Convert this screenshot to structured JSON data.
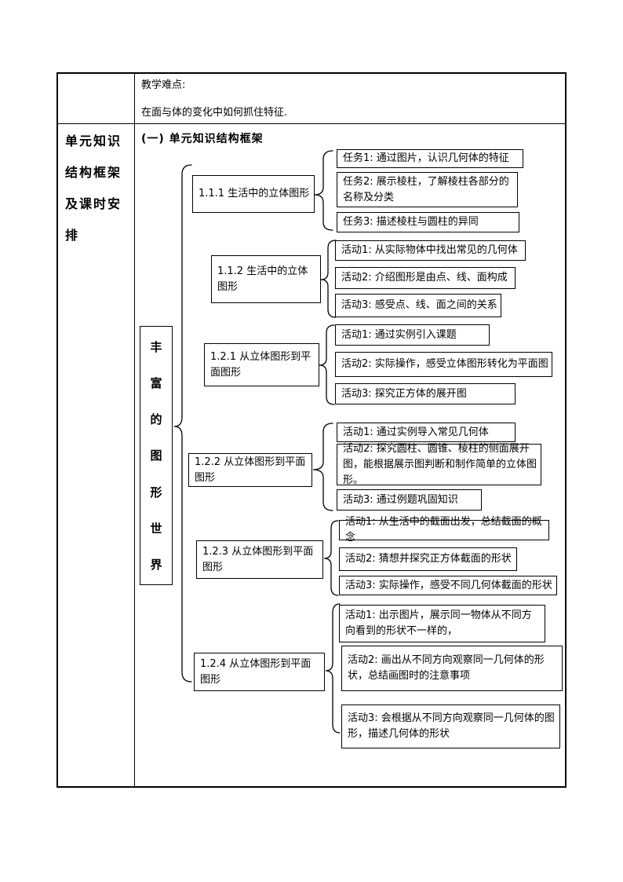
{
  "row1": {
    "lines": [
      "教学难点:",
      "在面与体的变化中如何抓住特征."
    ]
  },
  "left_column": {
    "title": "单元知识结构框架及课时安排",
    "lines": [
      "单元知识",
      "结构框架",
      "及课时安",
      "排"
    ]
  },
  "diagram": {
    "heading": "(一) 单元知识结构框架",
    "root": {
      "title": "丰富的图形世界",
      "chars": [
        "丰",
        "富",
        "的",
        "图",
        "形",
        "世",
        "界"
      ]
    },
    "sections": [
      {
        "label": "1.1.1 生活中的立体图形",
        "items": [
          "任务1: 通过图片，认识几何体的特征",
          "任务2: 展示棱柱，了解棱柱各部分的名称及分类",
          "任务3: 描述棱柱与圆柱的异同"
        ]
      },
      {
        "label": "1.1.2 生活中的立体图形",
        "items": [
          "活动1: 从实际物体中找出常见的几何体",
          "活动2: 介绍图形是由点、线、面构成",
          "活动3: 感受点、线、面之间的关系"
        ]
      },
      {
        "label": "1.2.1 从立体图形到平面图形",
        "items": [
          "活动1: 通过实例引入课题",
          "活动2: 实际操作，感受立体图形转化为平面图",
          "活动3: 探究正方体的展开图"
        ]
      },
      {
        "label": "1.2.2 从立体图形到平面图形",
        "items": [
          "活动1: 通过实例导入常见几何体",
          "活动2: 探究圆柱、圆锥、棱柱的侧面展开图，能根据展示图判断和制作简单的立体图形。",
          "活动3: 通过例题巩固知识"
        ]
      },
      {
        "label": "1.2.3 从立体图形到平面图形",
        "items": [
          "活动1: 从生活中的截面出发，总结截面的概念",
          "活动2: 猜想并探究正方体截面的形状",
          "活动3: 实际操作，感受不同几何体截面的形状"
        ]
      },
      {
        "label": "1.2.4  从立体图形到平面图形",
        "items": [
          "活动1:  出示图片，展示同一物体从不同方向看到的形状不一样的，",
          "活动2: 画出从不同方向观察同一几何体的形状，总结画图时的注意事项",
          "活动3: 会根据从不同方向观察同一几何体的图形，描述几何体的形状"
        ]
      }
    ]
  }
}
